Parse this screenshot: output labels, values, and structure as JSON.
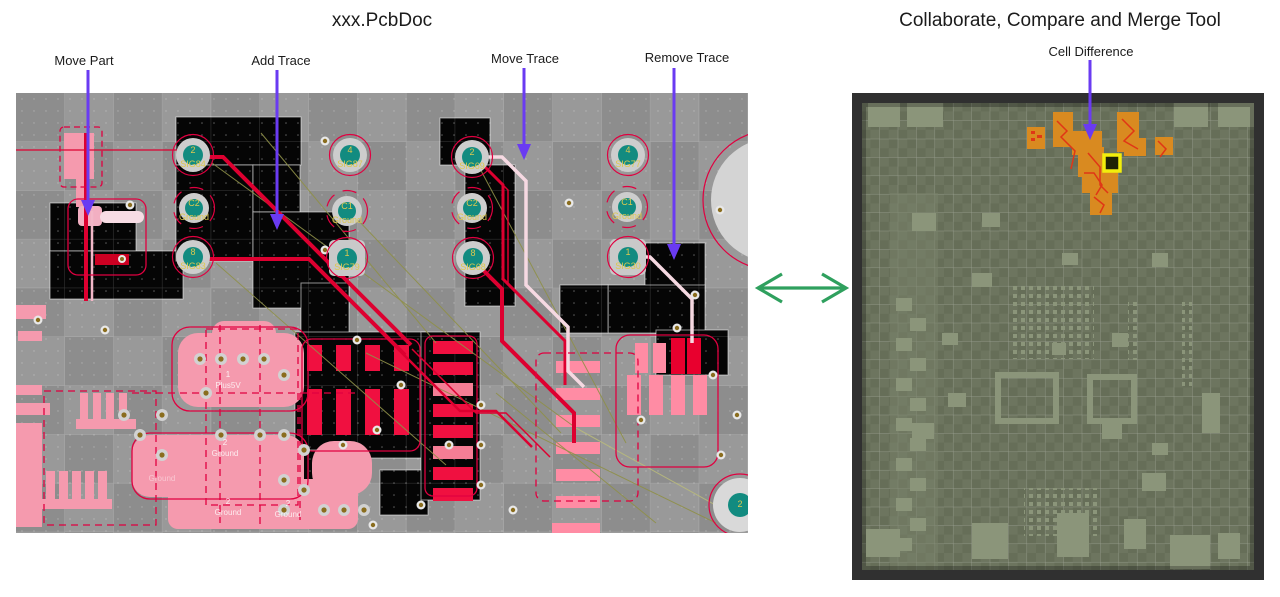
{
  "left_panel": {
    "title": "xxx.PcbDoc",
    "annotations": [
      {
        "label": "Move Part"
      },
      {
        "label": "Add Trace"
      },
      {
        "label": "Move Trace"
      },
      {
        "label": "Remove Trace"
      }
    ],
    "pads": [
      {
        "num": "2",
        "net": "SIG84"
      },
      {
        "num": "4",
        "net": "SIG87"
      },
      {
        "num": "C2",
        "net": "Ground"
      },
      {
        "num": "C1",
        "net": "Ground"
      },
      {
        "num": "8",
        "net": "SIG83"
      },
      {
        "num": "1",
        "net": "SIG79"
      },
      {
        "num": "2",
        "net": "SIG69"
      },
      {
        "num": "4",
        "net": "SIG77"
      },
      {
        "num": "C2",
        "net": "Ground"
      },
      {
        "num": "C1",
        "net": "Ground"
      },
      {
        "num": "8",
        "net": "SIG68"
      },
      {
        "num": "1",
        "net": "SIG30"
      },
      {
        "num": "2",
        "net": ""
      }
    ],
    "pour_labels": [
      {
        "num": "1",
        "net": "Plus5V"
      },
      {
        "num": "2",
        "net": "Ground"
      },
      {
        "num": "2",
        "net": "Ground"
      },
      {
        "num": "2",
        "net": "Ground"
      },
      {
        "num": "",
        "net": "Ground"
      }
    ]
  },
  "right_panel": {
    "title": "Collaborate, Compare and Merge Tool",
    "annotation": "Cell Difference"
  },
  "colors": {
    "arrow_purple": "#6a3bf2",
    "arrow_green": "#2fa05e",
    "diff_orange": "#d98a20",
    "diff_yellow": "#f2ee0c",
    "trace_red": "#dd0030",
    "copper_pink": "#f59aae",
    "moved_trace_pale": "#f6d9e2",
    "pad_teal": "#128b80",
    "pad_text_yellow": "#dcc84e",
    "board_gray": "#8e8e8e",
    "compare_olive": "#6d755f"
  }
}
